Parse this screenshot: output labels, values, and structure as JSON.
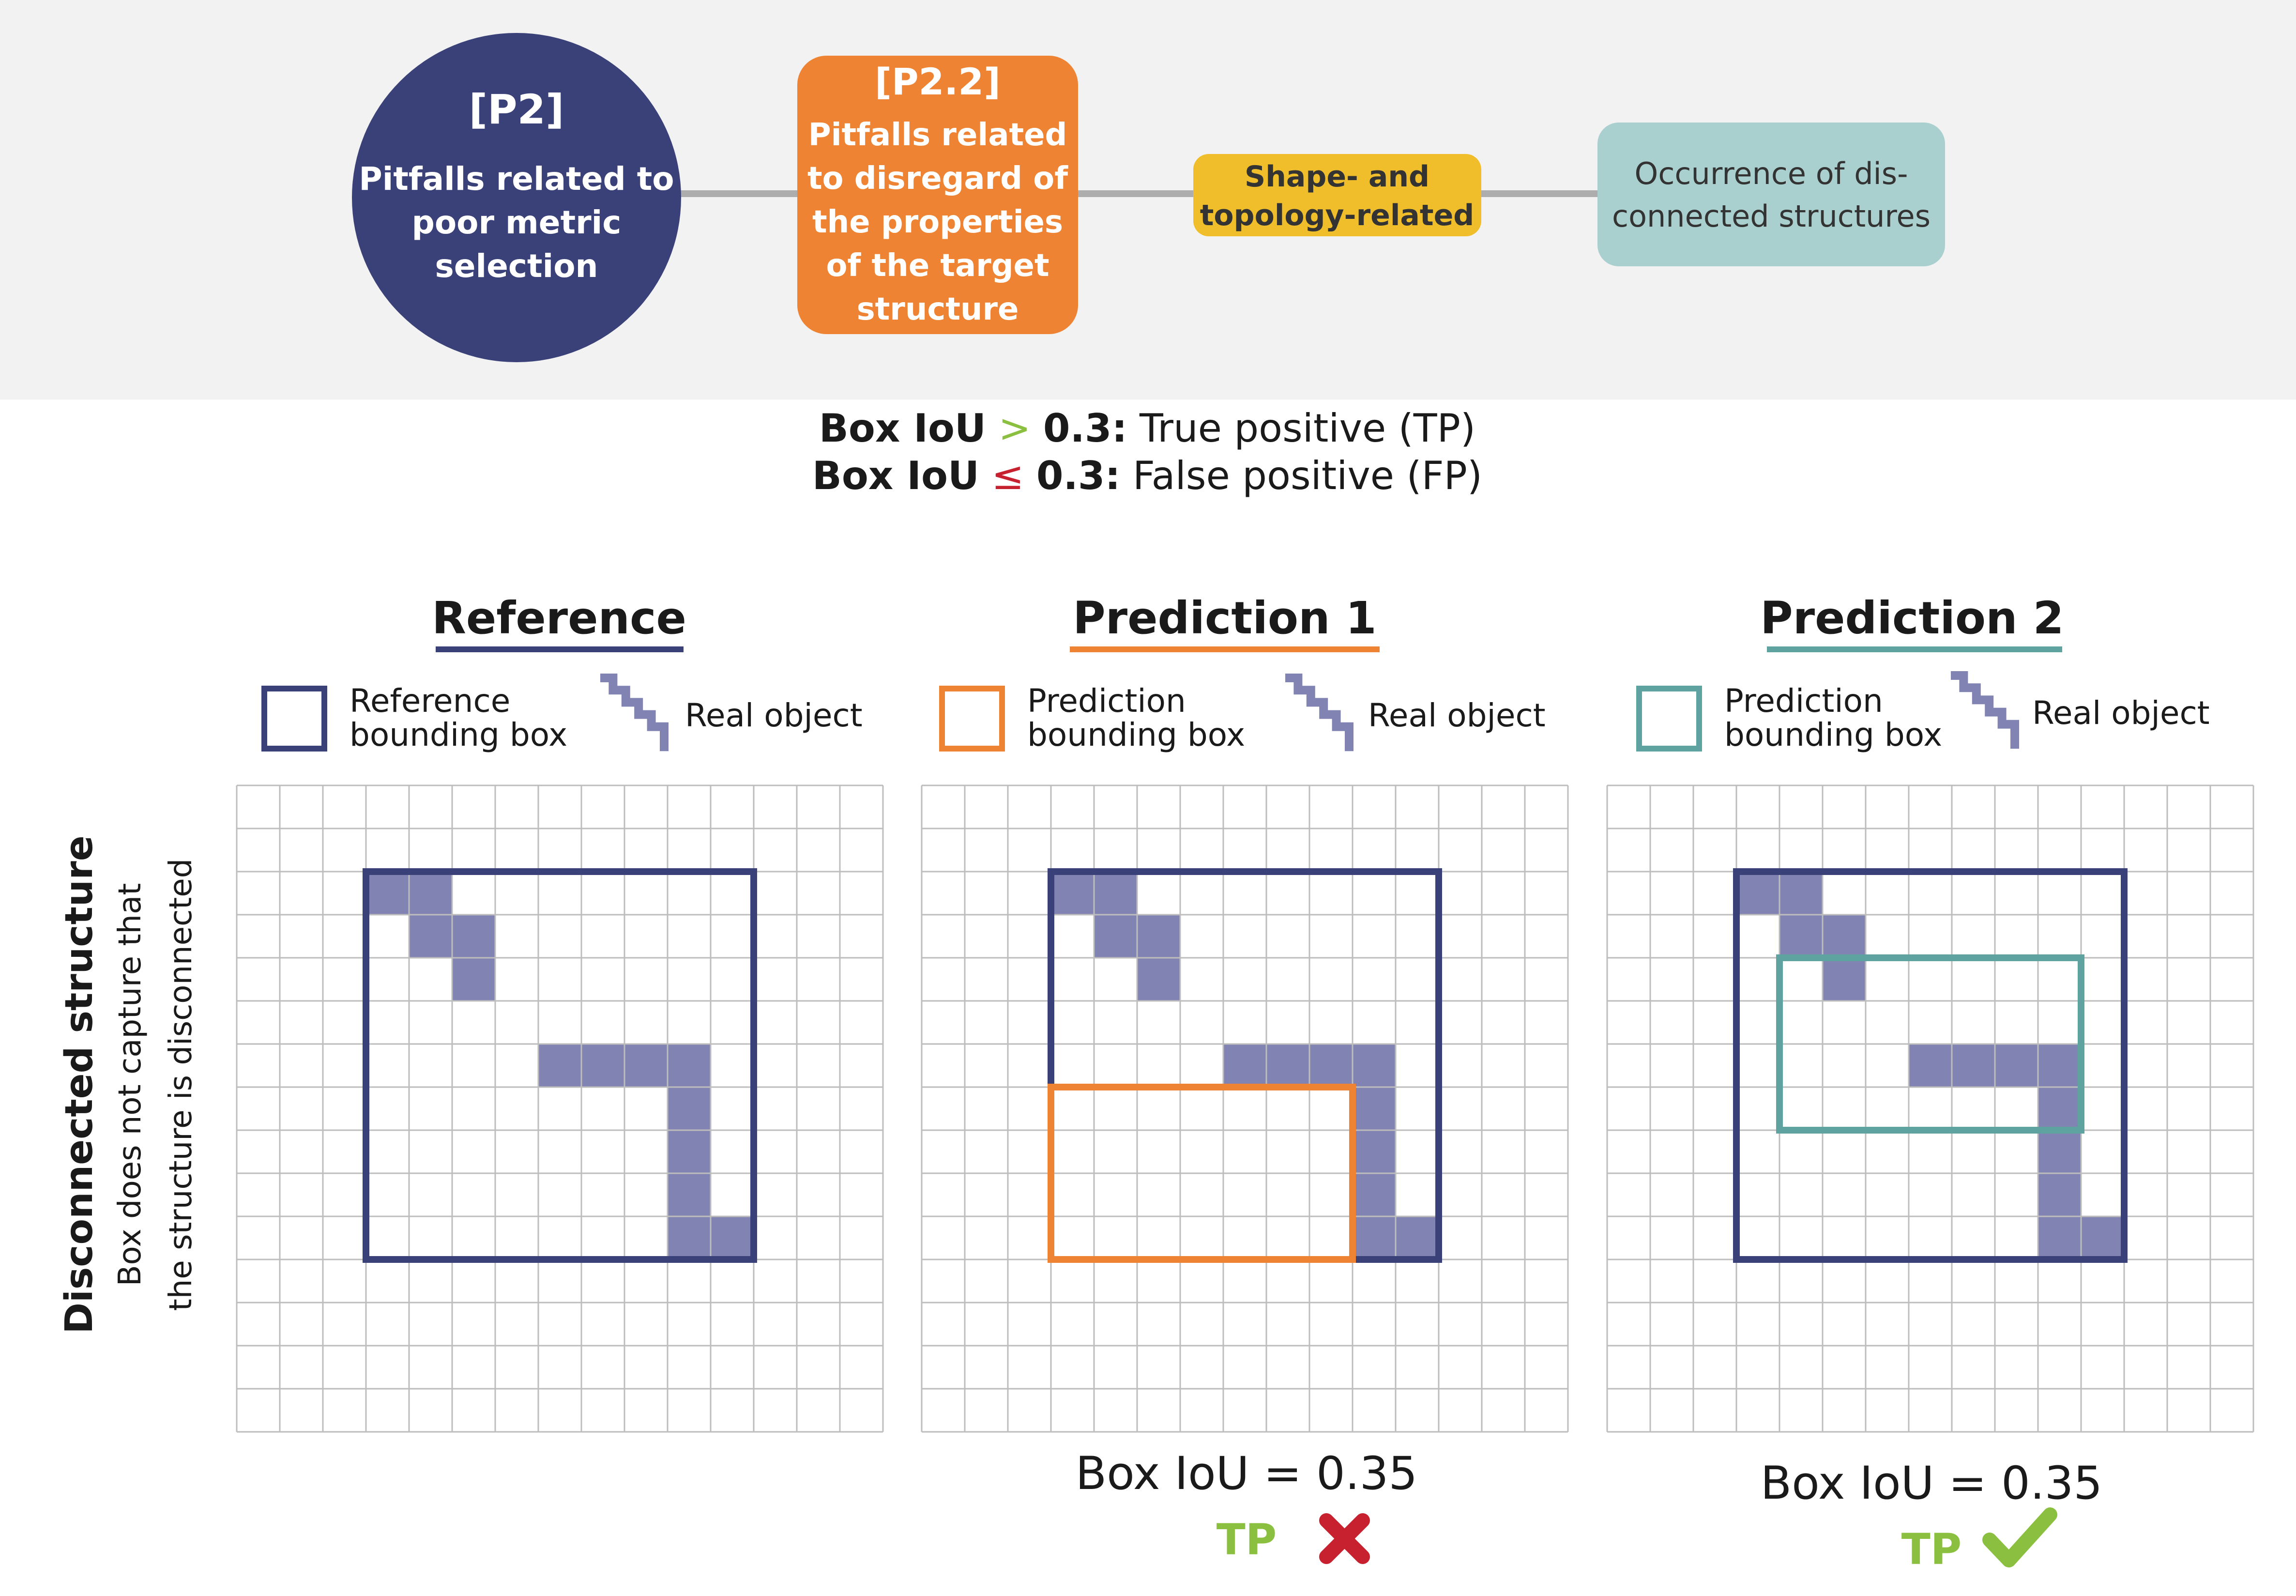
{
  "hierarchy": {
    "p2": {
      "tag": "[P2]",
      "lines": [
        "Pitfalls related to",
        "poor metric",
        "selection"
      ]
    },
    "p22": {
      "tag": "[P2.2]",
      "lines": [
        "Pitfalls related",
        "to disregard of",
        "the properties",
        "of the target",
        "structure"
      ]
    },
    "category": {
      "lines": [
        "Shape- and",
        "topology-related"
      ]
    },
    "occurrence": {
      "lines": [
        "Occurrence of dis-",
        "connected structures"
      ]
    }
  },
  "rules": {
    "line1": {
      "metric": "Box IoU",
      "op": ">",
      "threshold": "0.3:",
      "result": "True positive (TP)"
    },
    "line2": {
      "metric": "Box IoU",
      "op": "≤",
      "threshold": "0.3:",
      "result": "False positive (FP)"
    }
  },
  "side_label": {
    "title": "Disconnected structure",
    "line1": "Box does not capture that",
    "line2": "the structure is disconnected"
  },
  "panels": [
    {
      "title": "Reference",
      "legend_box_lines": [
        "Reference",
        "bounding box"
      ],
      "legend_object": "Real object",
      "iou": "",
      "verdict": "",
      "verdict_mark": ""
    },
    {
      "title": "Prediction 1",
      "legend_box_lines": [
        "Prediction",
        "bounding box"
      ],
      "legend_object": "Real object",
      "iou": "Box IoU = 0.35",
      "verdict": "TP",
      "verdict_mark": "wrong"
    },
    {
      "title": "Prediction 2",
      "legend_box_lines": [
        "Prediction",
        "bounding box"
      ],
      "legend_object": "Real object",
      "iou": "Box IoU = 0.35",
      "verdict": "TP",
      "verdict_mark": "correct"
    }
  ],
  "colors": {
    "navy": "#3A4178",
    "orange": "#EE8433",
    "yellow": "#EFBE2A",
    "teal_light": "#A9D0CE",
    "teal": "#5FA3A0",
    "object": "#8183B3",
    "green": "#8BBF3F",
    "red": "#C7202F",
    "grid": "#BDBDBD",
    "band": "#F2F2F2",
    "connector": "#ADADAD"
  }
}
